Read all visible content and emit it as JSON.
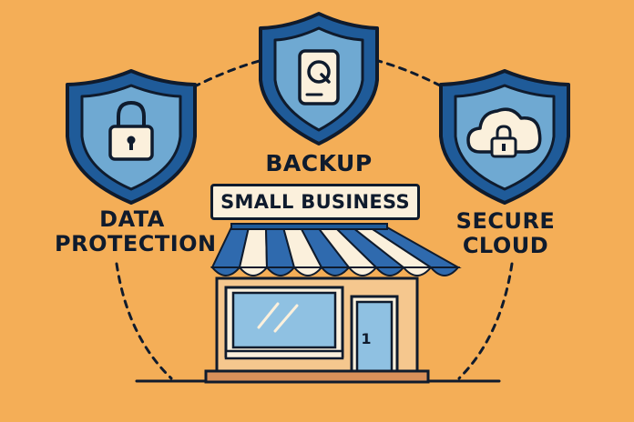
{
  "colors": {
    "background": "#F4AE57",
    "shield_outer": "#1F5B99",
    "shield_inner": "#6FA9D2",
    "outline": "#0F1B2D",
    "cream": "#FBF0DC",
    "awning_blue": "#2F6AAE",
    "window_glass": "#8FC1E2"
  },
  "labels": {
    "data_protection": "DATA\nPROTECTION",
    "backup": "BACKUP",
    "secure_cloud": "SECURE\nCLOUD"
  },
  "store": {
    "sign": "SMALL BUSINESS",
    "door_number": "1"
  },
  "icons": {
    "left_shield": "padlock-icon",
    "center_shield": "hard-drive-icon",
    "right_shield": "cloud-lock-icon"
  }
}
